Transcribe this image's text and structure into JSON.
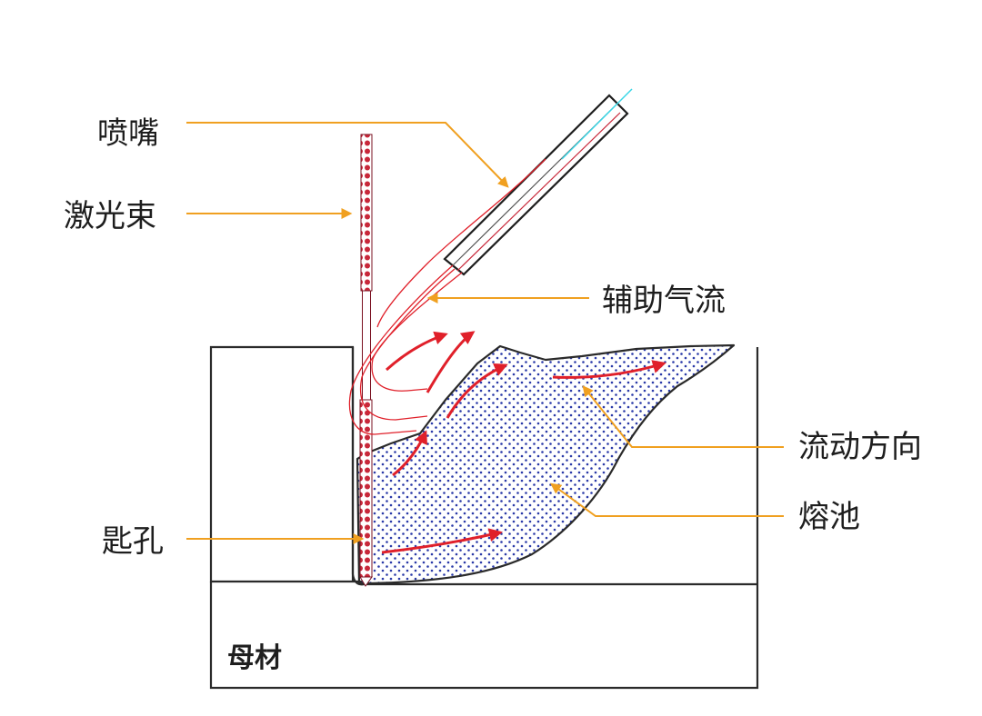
{
  "labels": {
    "nozzle": "喷嘴",
    "laser_beam": "激光束",
    "assist_gas": "辅助气流",
    "flow_direction": "流动方向",
    "molten_pool": "熔池",
    "keyhole": "匙孔",
    "base_metal": "母材"
  },
  "colors": {
    "leader": "#f0a020",
    "flow_arrow": "#e0202a",
    "beam": "#c8283a",
    "pool_dots": "#2a3aa8",
    "gas_jet": "#3ad6e6",
    "outline": "#2a2a2a"
  }
}
